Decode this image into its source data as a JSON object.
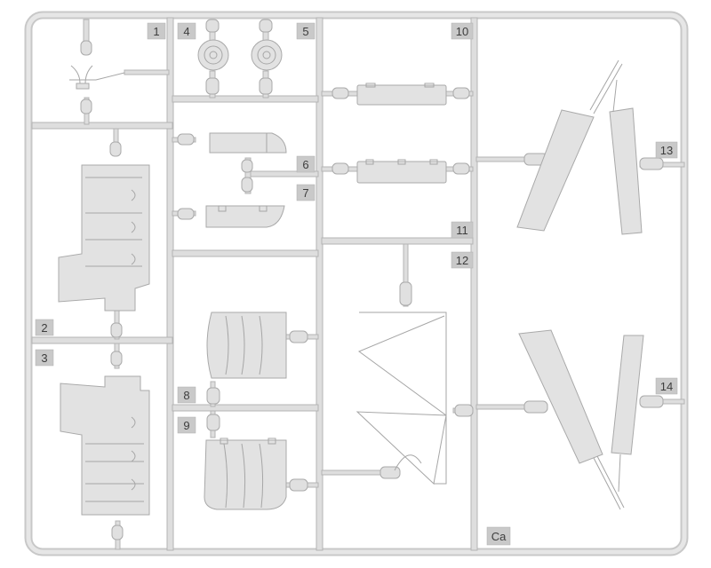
{
  "sprue": {
    "code": "Ca",
    "part_numbers": {
      "p1": "1",
      "p2": "2",
      "p3": "3",
      "p4": "4",
      "p5": "5",
      "p6": "6",
      "p7": "7",
      "p8": "8",
      "p9": "9",
      "p10": "10",
      "p11": "11",
      "p12": "12",
      "p13": "13",
      "p14": "14"
    }
  }
}
